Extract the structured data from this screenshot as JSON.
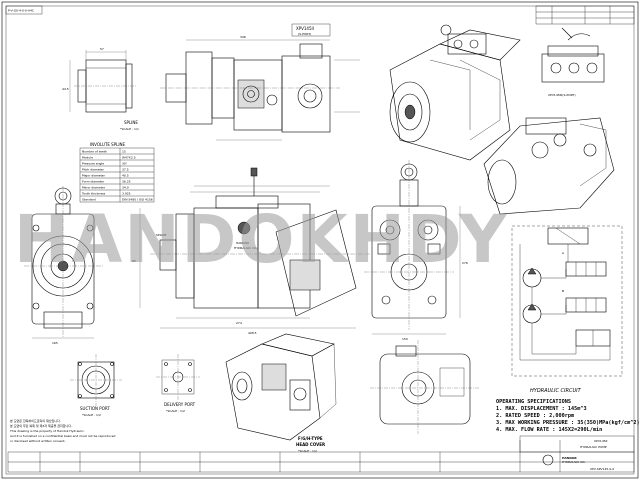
{
  "sheet": {
    "model_tag_top": "XPV145II",
    "model_tag_top_sub": "(S-PORT)",
    "model_tag_iso": "XPV145III(S-PORT)",
    "watermark": "HANDOKHDY",
    "top_left_note": "P-V-G0-4-0-0-A4C",
    "top_right_box": ""
  },
  "views": {
    "spline_label": "SPLINE",
    "spline_scale": "*SCALE : 1/1",
    "involute_title": "INVOLUTE SPLINE",
    "suction_port": "SUCTION PORT",
    "suction_scale": "*SCALE : 1/2",
    "delivery_port": "DELIVERY PORT",
    "delivery_scale": "*SCALE : 1/2",
    "head_cover": "F/G/H-TYPE",
    "head_cover_2": "HEAD COVER",
    "head_cover_scale": "*SCALE : 1/2",
    "hydraulic_circuit": "HYDRAULIC CIRCUIT",
    "brand": "HANDOK",
    "brand_sub": "HYDRAULIC CO.",
    "port_a": "A",
    "port_b": "B",
    "spline_side": "SPLINE"
  },
  "dims": {
    "d_top": "346",
    "d_len1": "274",
    "d_len2": "408.5",
    "d_h1": "80",
    "d_h2": "58.5",
    "d_h3": "81.5",
    "d_w1": "276",
    "d_w2": "165",
    "d_f": "150",
    "d_p": "57",
    "d_r": "44.5"
  },
  "spline_table": {
    "rows": [
      [
        "Number of teeth",
        "15"
      ],
      [
        "Module",
        "W47X2.5"
      ],
      [
        "Pressure angle",
        "30°"
      ],
      [
        "Pitch diameter",
        "37.5"
      ],
      [
        "Major diameter",
        "40.5"
      ],
      [
        "Form diameter",
        "36.25"
      ],
      [
        "Minor diameter",
        "34.9"
      ],
      [
        "Tooth thickness",
        "3.925"
      ],
      [
        "Standard",
        "DIN 5480 / ISO 4156"
      ]
    ]
  },
  "specs": {
    "title": "OPERATING SPECIFICATIONS",
    "line1": "1. MAX. DISPLACEMENT : 145m^3",
    "line2": "2. RATED SPEED : 2,000rpm",
    "line3": "3. MAX WORKING PRESSURE : 35(350)MPa(kgf/cm^2)",
    "line4": "4. MAX. FLOW RATE : 145X2=290L/min"
  },
  "notes": {
    "kr1": "본 도면은 한독하이드로릭의 재산입니다.",
    "kr2": "본 도면의 무단 복제 및 제3자 제공을 금지합니다.",
    "en1": "This drawing is the property of Handok Hydraulic,",
    "en2": "and it is furnished on a confidential basis and must not be reproduced",
    "en3": "or disclosed without written consent."
  },
  "titleblock": {
    "model": "XPV145II",
    "name": "HYDRAULIC PUMP",
    "company": "HANDOK",
    "company_sub": "HYDRAULIC CO.",
    "dwg_no": "XPV-SPV145-S-0"
  },
  "colors": {
    "line": "#000000",
    "watermark": "#9a9a9a",
    "paper": "#ffffff"
  }
}
